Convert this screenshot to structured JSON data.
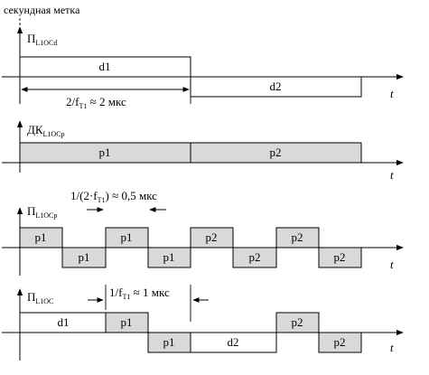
{
  "mark_label": "секундная метка",
  "time_symbol": "t",
  "panels": [
    {
      "id": "p1",
      "name_main": "П",
      "name_sub": "L1OCd"
    },
    {
      "id": "p2",
      "name_main": "ДК",
      "name_sub": "L1OCp"
    },
    {
      "id": "p3",
      "name_main": "П",
      "name_sub": "L1OCp"
    },
    {
      "id": "p4",
      "name_main": "П",
      "name_sub": "L1OC"
    }
  ],
  "boxes": {
    "d1": "d1",
    "d2": "d2",
    "p1": "p1",
    "p2": "p2"
  },
  "annotations": {
    "a1": {
      "pre": "2/f",
      "sub": "T1",
      "post": " ≈ 2 мкс"
    },
    "a2": {
      "pre": "1/(2·f",
      "sub": "T1",
      "post": ") ≈ 0,5 мкс"
    },
    "a3": {
      "pre": "1/f",
      "sub": "T1",
      "post": " ≈ 1 мкс"
    }
  }
}
